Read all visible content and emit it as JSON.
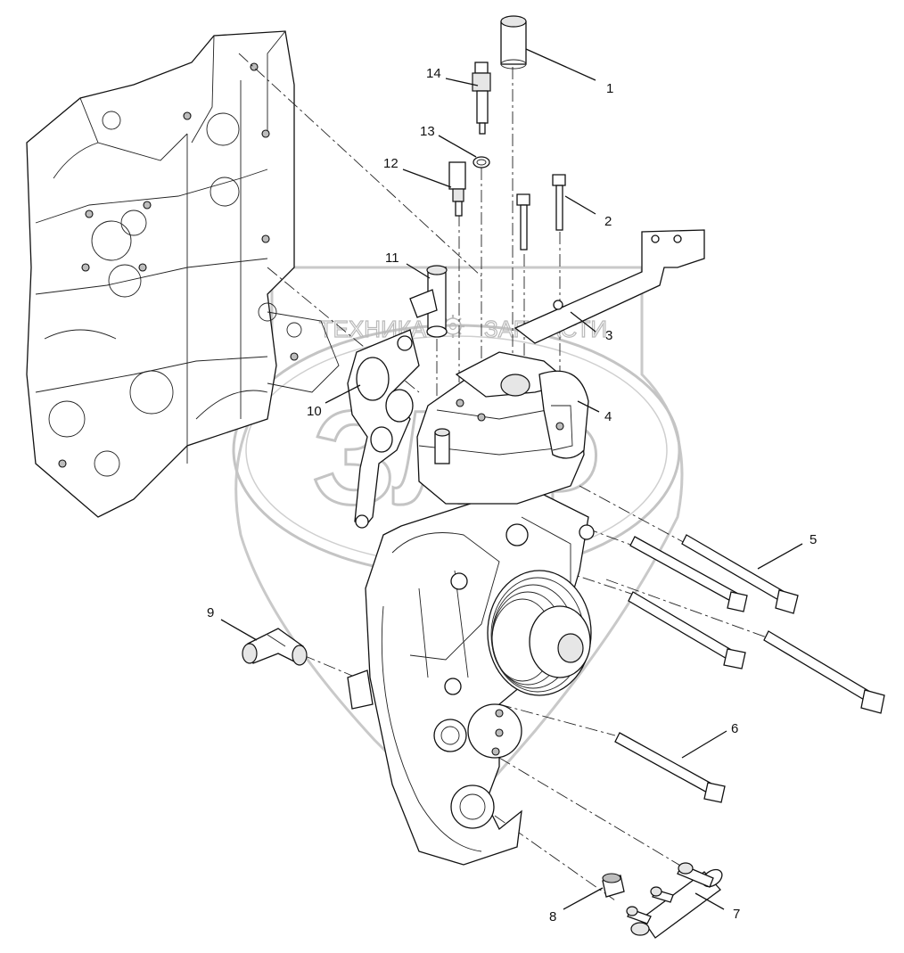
{
  "watermark": {
    "brand_text": "ТЕХНИКА ЗАПЧАСТИ",
    "brand_left": "ТЕХНИКА",
    "brand_right": "ЗАПЧАСТИ",
    "logo_letters": "ЗЛФ",
    "colors": {
      "outline": "#bdbdbd"
    }
  },
  "callouts": [
    {
      "id": "1",
      "label": "1"
    },
    {
      "id": "2",
      "label": "2"
    },
    {
      "id": "3",
      "label": "3"
    },
    {
      "id": "4",
      "label": "4"
    },
    {
      "id": "5",
      "label": "5"
    },
    {
      "id": "6",
      "label": "6"
    },
    {
      "id": "7",
      "label": "7"
    },
    {
      "id": "8",
      "label": "8"
    },
    {
      "id": "9",
      "label": "9"
    },
    {
      "id": "10",
      "label": "10"
    },
    {
      "id": "11",
      "label": "11"
    },
    {
      "id": "12",
      "label": "12"
    },
    {
      "id": "13",
      "label": "13"
    },
    {
      "id": "14",
      "label": "14"
    }
  ]
}
